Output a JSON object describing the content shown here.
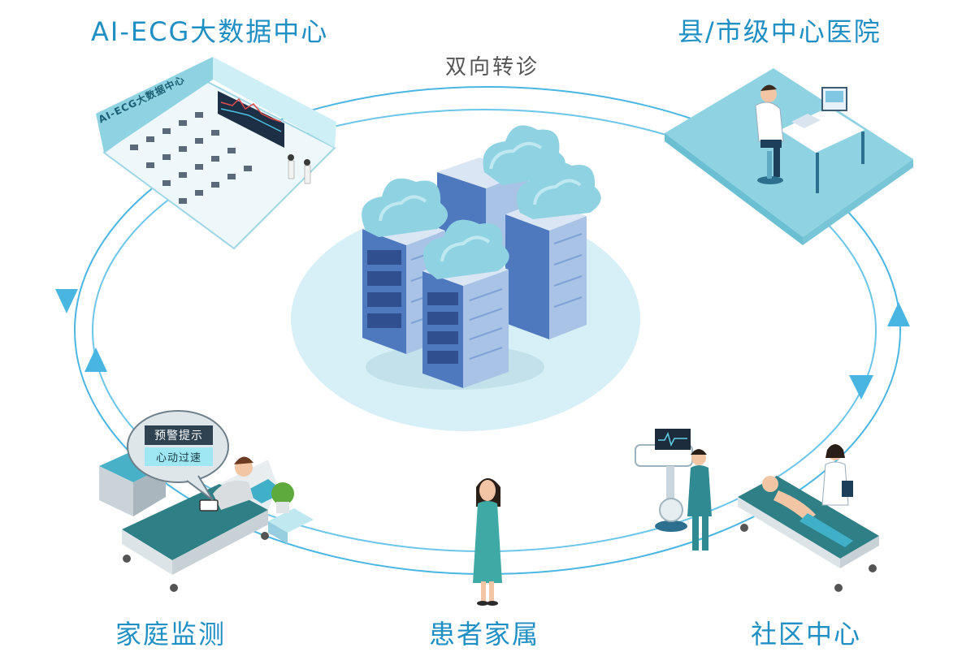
{
  "labels": {
    "center": "双向转诊",
    "big_data_center": "AI-ECG大数据中心",
    "hospital": "县/市级中心医院",
    "home": "家庭监测",
    "family": "患者家属",
    "community": "社区中心"
  },
  "room_sign": "AI-ECG大数据中心",
  "alert": {
    "title": "预警提示",
    "message": "心动过速"
  },
  "colors": {
    "label": "#1f8fc4",
    "ring": "#49b6e2",
    "server_front": "#4f79bf",
    "cloud": "#8fd3e3",
    "teal": "#3d8a8f"
  }
}
